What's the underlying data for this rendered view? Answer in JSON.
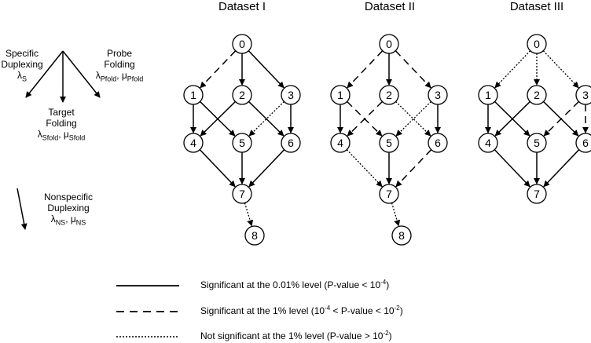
{
  "panels": [
    {
      "title": "Dataset I"
    },
    {
      "title": "Dataset II"
    },
    {
      "title": "Dataset III"
    }
  ],
  "key": {
    "specific": {
      "line1": "Specific",
      "line2": "Duplexing",
      "symbol": "λ",
      "sub": "S"
    },
    "probe": {
      "line1": "Probe",
      "line2": "Folding",
      "sym1": "λ",
      "sub1": "Pfold",
      "sym2": "μ",
      "sub2": "Pfold"
    },
    "target": {
      "line1": "Target",
      "line2": "Folding",
      "sym1": "λ",
      "sub1": "Sfold",
      "sym2": "μ",
      "sub2": "Sfold"
    },
    "nonspecific": {
      "line1": "Nonspecific",
      "line2": "Duplexing",
      "sym1": "λ",
      "sub1": "NS",
      "sym2": "μ",
      "sub2": "NS"
    }
  },
  "legend": [
    {
      "style": "solid",
      "pre": "Significant at the 0.01% level (P-value < 10",
      "sup": "-4",
      "post": ")"
    },
    {
      "style": "dashed",
      "pre": "Significant at the 1% level (10",
      "sup": "-4",
      "mid": " < P-value < 10",
      "sup2": "-2",
      "post": ")"
    },
    {
      "style": "dotted",
      "pre": "Not significant at the 1% level (P-value > 10",
      "sup": "-2",
      "post": ")"
    }
  ],
  "nodes": [
    "0",
    "1",
    "2",
    "3",
    "4",
    "5",
    "6",
    "7",
    "8"
  ],
  "graphs": [
    {
      "edges": [
        [
          "0",
          "1",
          "dashed"
        ],
        [
          "0",
          "2",
          "solid"
        ],
        [
          "0",
          "3",
          "solid"
        ],
        [
          "1",
          "4",
          "solid"
        ],
        [
          "1",
          "5",
          "solid"
        ],
        [
          "2",
          "4",
          "solid"
        ],
        [
          "2",
          "6",
          "solid"
        ],
        [
          "3",
          "5",
          "dotted"
        ],
        [
          "3",
          "6",
          "solid"
        ],
        [
          "4",
          "7",
          "solid"
        ],
        [
          "5",
          "7",
          "solid"
        ],
        [
          "6",
          "7",
          "solid"
        ],
        [
          "7",
          "8",
          "dotted"
        ]
      ],
      "has8": true
    },
    {
      "edges": [
        [
          "0",
          "1",
          "dashed"
        ],
        [
          "0",
          "2",
          "solid"
        ],
        [
          "0",
          "3",
          "dashed"
        ],
        [
          "1",
          "4",
          "solid"
        ],
        [
          "1",
          "5",
          "dashed"
        ],
        [
          "2",
          "4",
          "dashed"
        ],
        [
          "2",
          "6",
          "dotted"
        ],
        [
          "3",
          "5",
          "dotted"
        ],
        [
          "3",
          "6",
          "solid"
        ],
        [
          "4",
          "7",
          "dotted"
        ],
        [
          "5",
          "7",
          "solid"
        ],
        [
          "6",
          "7",
          "dashed"
        ],
        [
          "7",
          "8",
          "dotted"
        ]
      ],
      "has8": true
    },
    {
      "edges": [
        [
          "0",
          "1",
          "dotted"
        ],
        [
          "0",
          "2",
          "dotted"
        ],
        [
          "0",
          "3",
          "dotted"
        ],
        [
          "1",
          "4",
          "solid"
        ],
        [
          "1",
          "5",
          "solid"
        ],
        [
          "2",
          "4",
          "solid"
        ],
        [
          "2",
          "6",
          "solid"
        ],
        [
          "3",
          "5",
          "dashed"
        ],
        [
          "3",
          "6",
          "dashed"
        ],
        [
          "4",
          "7",
          "solid"
        ],
        [
          "5",
          "7",
          "solid"
        ],
        [
          "6",
          "7",
          "solid"
        ]
      ],
      "has8": false
    }
  ]
}
